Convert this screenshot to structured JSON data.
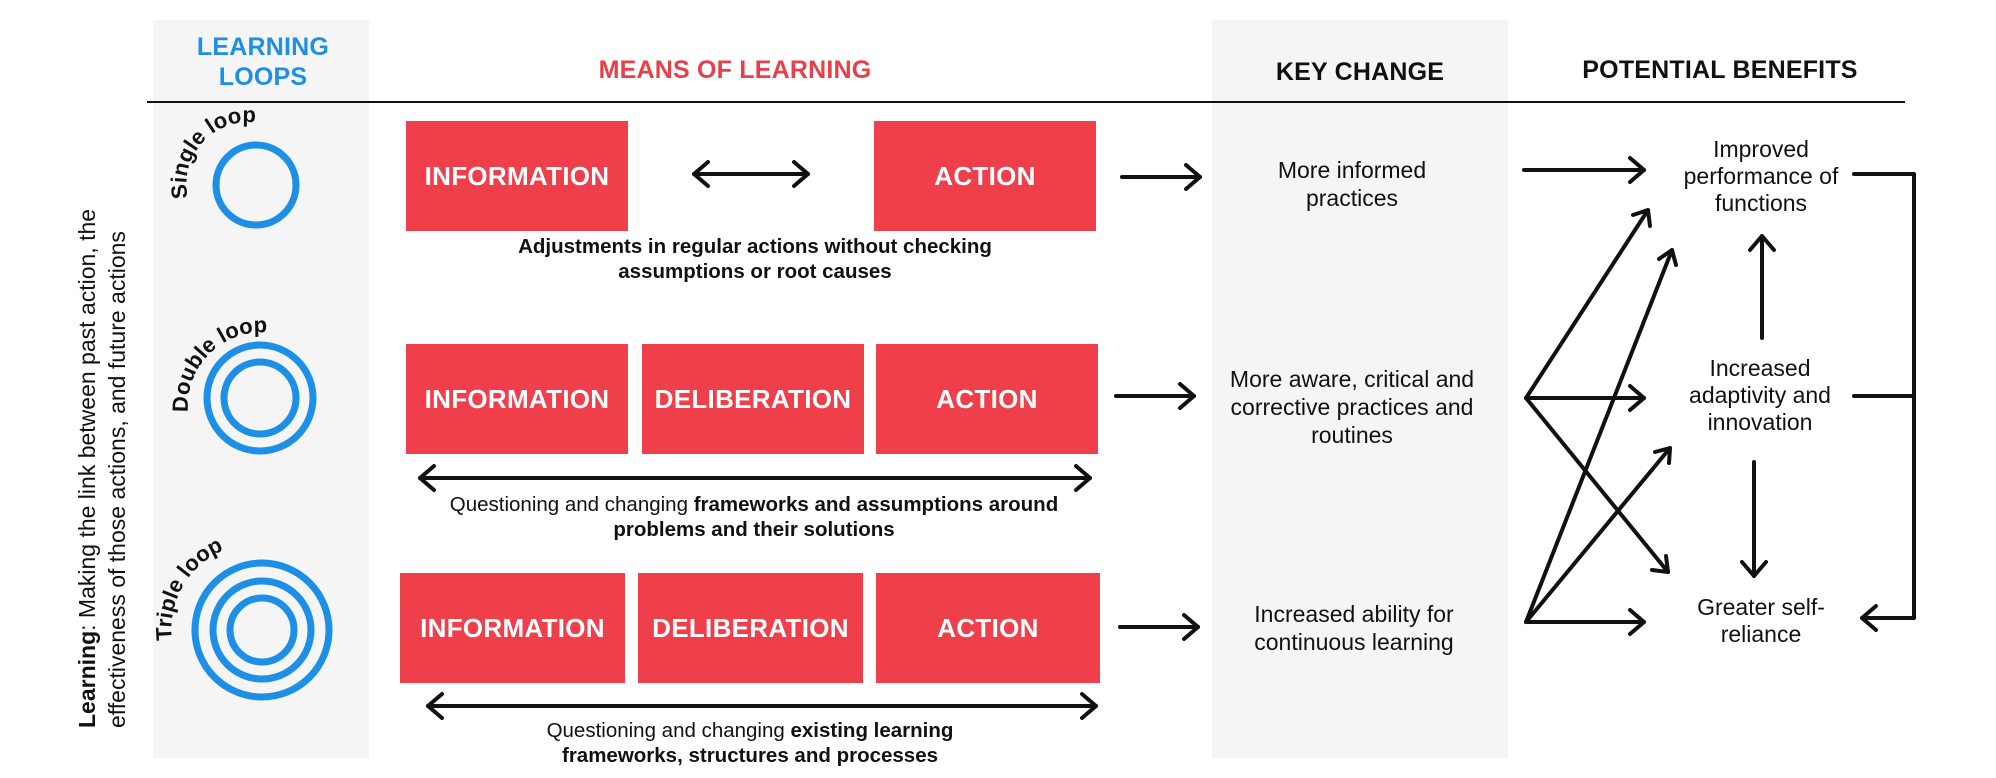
{
  "headers": {
    "loops": "LEARNING LOOPS",
    "means": "MEANS OF LEARNING",
    "key_change": "KEY CHANGE",
    "benefits": "POTENTIAL BENEFITS"
  },
  "side_label": {
    "bold": "Learning",
    "text": ": Making the link between past action, the effectiveness of those actions, and future actions"
  },
  "loops": [
    {
      "name": "Single loop",
      "boxes": [
        "INFORMATION",
        "ACTION"
      ],
      "caption_plain": "",
      "caption_bold": "Adjustments in regular actions without checking assumptions or root causes",
      "key_change": "More informed practices"
    },
    {
      "name": "Double loop",
      "boxes": [
        "INFORMATION",
        "DELIBERATION",
        "ACTION"
      ],
      "caption_plain": "Questioning and changing ",
      "caption_bold": "frameworks and assumptions around problems and their solutions",
      "key_change": "More aware, critical and corrective practices and routines"
    },
    {
      "name": "Triple loop",
      "boxes": [
        "INFORMATION",
        "DELIBERATION",
        "ACTION"
      ],
      "caption_plain": "Questioning and changing ",
      "caption_bold": "existing learning frameworks, structures and processes",
      "key_change": "Increased ability for continuous learning"
    }
  ],
  "benefits": [
    "Improved performance of functions",
    "Increased adaptivity and innovation",
    "Greater self-reliance"
  ],
  "colors": {
    "blue": "#1e8fe6",
    "red": "#ee3f4b",
    "panel": "#f5f5f5",
    "ink": "#111111"
  },
  "icons": [
    "single-ring-icon",
    "double-ring-icon",
    "triple-ring-icon",
    "arrow-icon"
  ]
}
